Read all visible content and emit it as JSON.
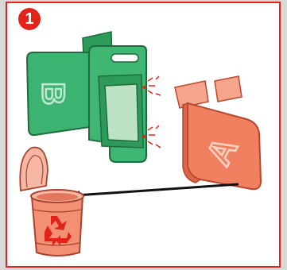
{
  "step": {
    "number": "1"
  },
  "colors": {
    "frame": "#e2231a",
    "part_b": "#3cb371",
    "part_a": "#f08060",
    "window": "#bde3c4",
    "bin": "#f28f74",
    "recycle": "#e2231a",
    "arrow": "#111111"
  },
  "parts": {
    "b": {
      "letter": "B"
    },
    "a": {
      "letter": "A"
    }
  },
  "icons": [
    "recycle-icon",
    "trash-can-icon",
    "arrow-left-icon"
  ]
}
